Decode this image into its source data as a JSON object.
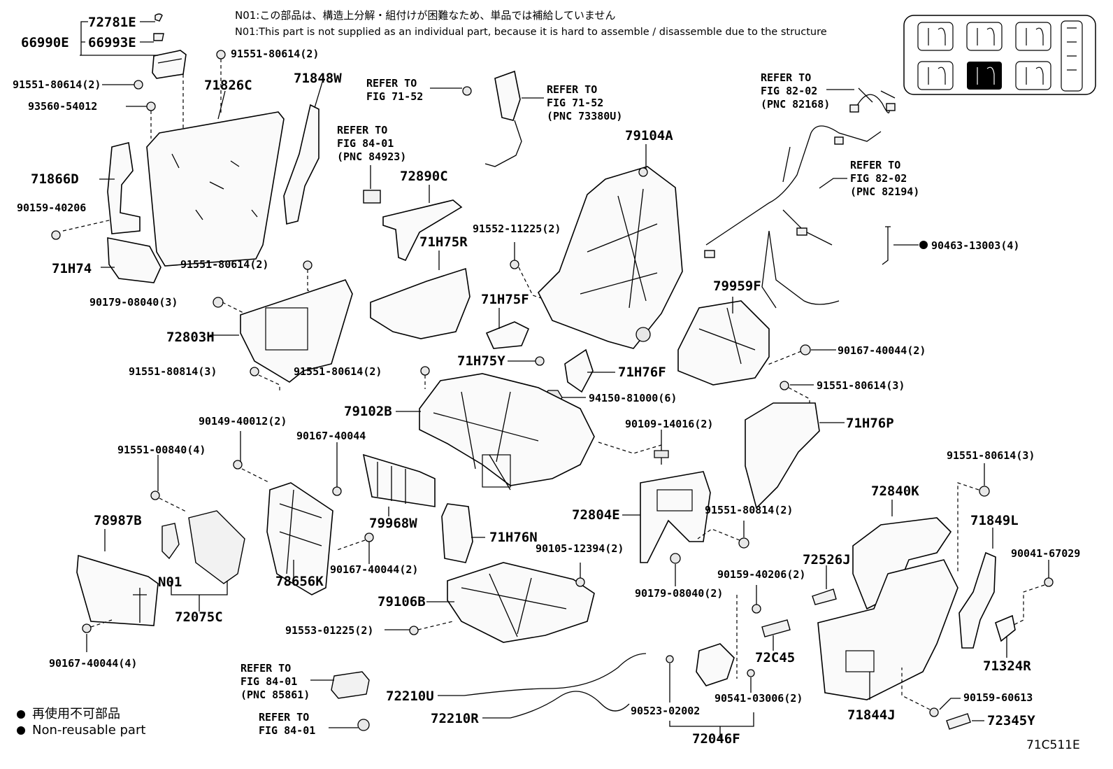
{
  "notes": {
    "ja": "N01:この部品は、構造上分解・組付けが困難なため、単品では補給していません",
    "en": "N01:This part is not supplied as an individual part, because it is hard to assemble / disassemble due to the structure"
  },
  "legend": {
    "ja": "再使用不可部品",
    "en": "Non-reusable part"
  },
  "figure_code": "71C511E",
  "labels": {
    "p72781E": "72781E",
    "p66990E": "66990E",
    "p66993E": "66993E",
    "p91551_80614_2_top": "91551-80614(2)",
    "p71826C": "71826C",
    "p71848W": "71848W",
    "p91551_80614_2_left": "91551-80614(2)",
    "p93560_54012": "93560-54012",
    "p71866D": "71866D",
    "p90159_40206": "90159-40206",
    "p71H74": "71H74",
    "p91551_80614_2_mid": "91551-80614(2)",
    "p90179_08040_3": "90179-08040(3)",
    "p72803H": "72803H",
    "p91551_80814_3": "91551-80814(3)",
    "p91551_80614_2_low": "91551-80614(2)",
    "ref_71_52_a_1": "REFER TO",
    "ref_71_52_a_2": "FIG 71-52",
    "ref_71_52_b_1": "REFER TO",
    "ref_71_52_b_2": "FIG 71-52",
    "ref_71_52_b_3": "(PNC 73380U)",
    "ref_84_01_a_1": "REFER TO",
    "ref_84_01_a_2": "FIG 84-01",
    "ref_84_01_a_3": "(PNC 84923)",
    "p72890C": "72890C",
    "p91552_11225_2": "91552-11225(2)",
    "p71H75R": "71H75R",
    "p71H75F": "71H75F",
    "p71H75Y": "71H75Y",
    "p79104A": "79104A",
    "p71H76F": "71H76F",
    "p94150_81000_6": "94150-81000(6)",
    "p79102B": "79102B",
    "ref_82_02_a_1": "REFER TO",
    "ref_82_02_a_2": "FIG 82-02",
    "ref_82_02_a_3": "(PNC 82168)",
    "ref_82_02_b_1": "REFER TO",
    "ref_82_02_b_2": "FIG 82-02",
    "ref_82_02_b_3": "(PNC 82194)",
    "p90463_13003_4": "90463-13003(4)",
    "p79959F": "79959F",
    "p90167_40044_2_right": "90167-40044(2)",
    "p91551_80614_3_right": "91551-80614(3)",
    "p71H76P": "71H76P",
    "p90109_14016_2": "90109-14016(2)",
    "p90149_40012_2": "90149-40012(2)",
    "p90167_40044": "90167-40044",
    "p91551_00840_4": "91551-00840(4)",
    "p78987B": "78987B",
    "p79968W": "79968W",
    "p90167_40044_2_mid": "90167-40044(2)",
    "p78656K": "78656K",
    "p71H76N": "71H76N",
    "pN01": "N01",
    "p72075C": "72075C",
    "p90167_40044_4": "90167-40044(4)",
    "p72804E": "72804E",
    "p91551_80814_2": "91551-80814(2)",
    "p90105_12394_2": "90105-12394(2)",
    "p90179_08040_2": "90179-08040(2)",
    "p79106B": "79106B",
    "p91553_01225_2": "91553-01225(2)",
    "p91551_80614_3_br": "91551-80614(3)",
    "p72840K": "72840K",
    "p71849L": "71849L",
    "p90041_67029": "90041-67029",
    "p72526J": "72526J",
    "p90159_40206_2": "90159-40206(2)",
    "p72C45": "72C45",
    "p71324R": "71324R",
    "ref_84_01_b_1": "REFER TO",
    "ref_84_01_b_2": "FIG 84-01",
    "ref_84_01_b_3": "(PNC 85861)",
    "ref_84_01_c_1": "REFER TO",
    "ref_84_01_c_2": "FIG 84-01",
    "p72210U": "72210U",
    "p72210R": "72210R",
    "p90523_02002": "90523-02002",
    "p90541_03006_2": "90541-03006(2)",
    "p72046F": "72046F",
    "p71844J": "71844J",
    "p90159_60613": "90159-60613",
    "p72345Y": "72345Y"
  }
}
